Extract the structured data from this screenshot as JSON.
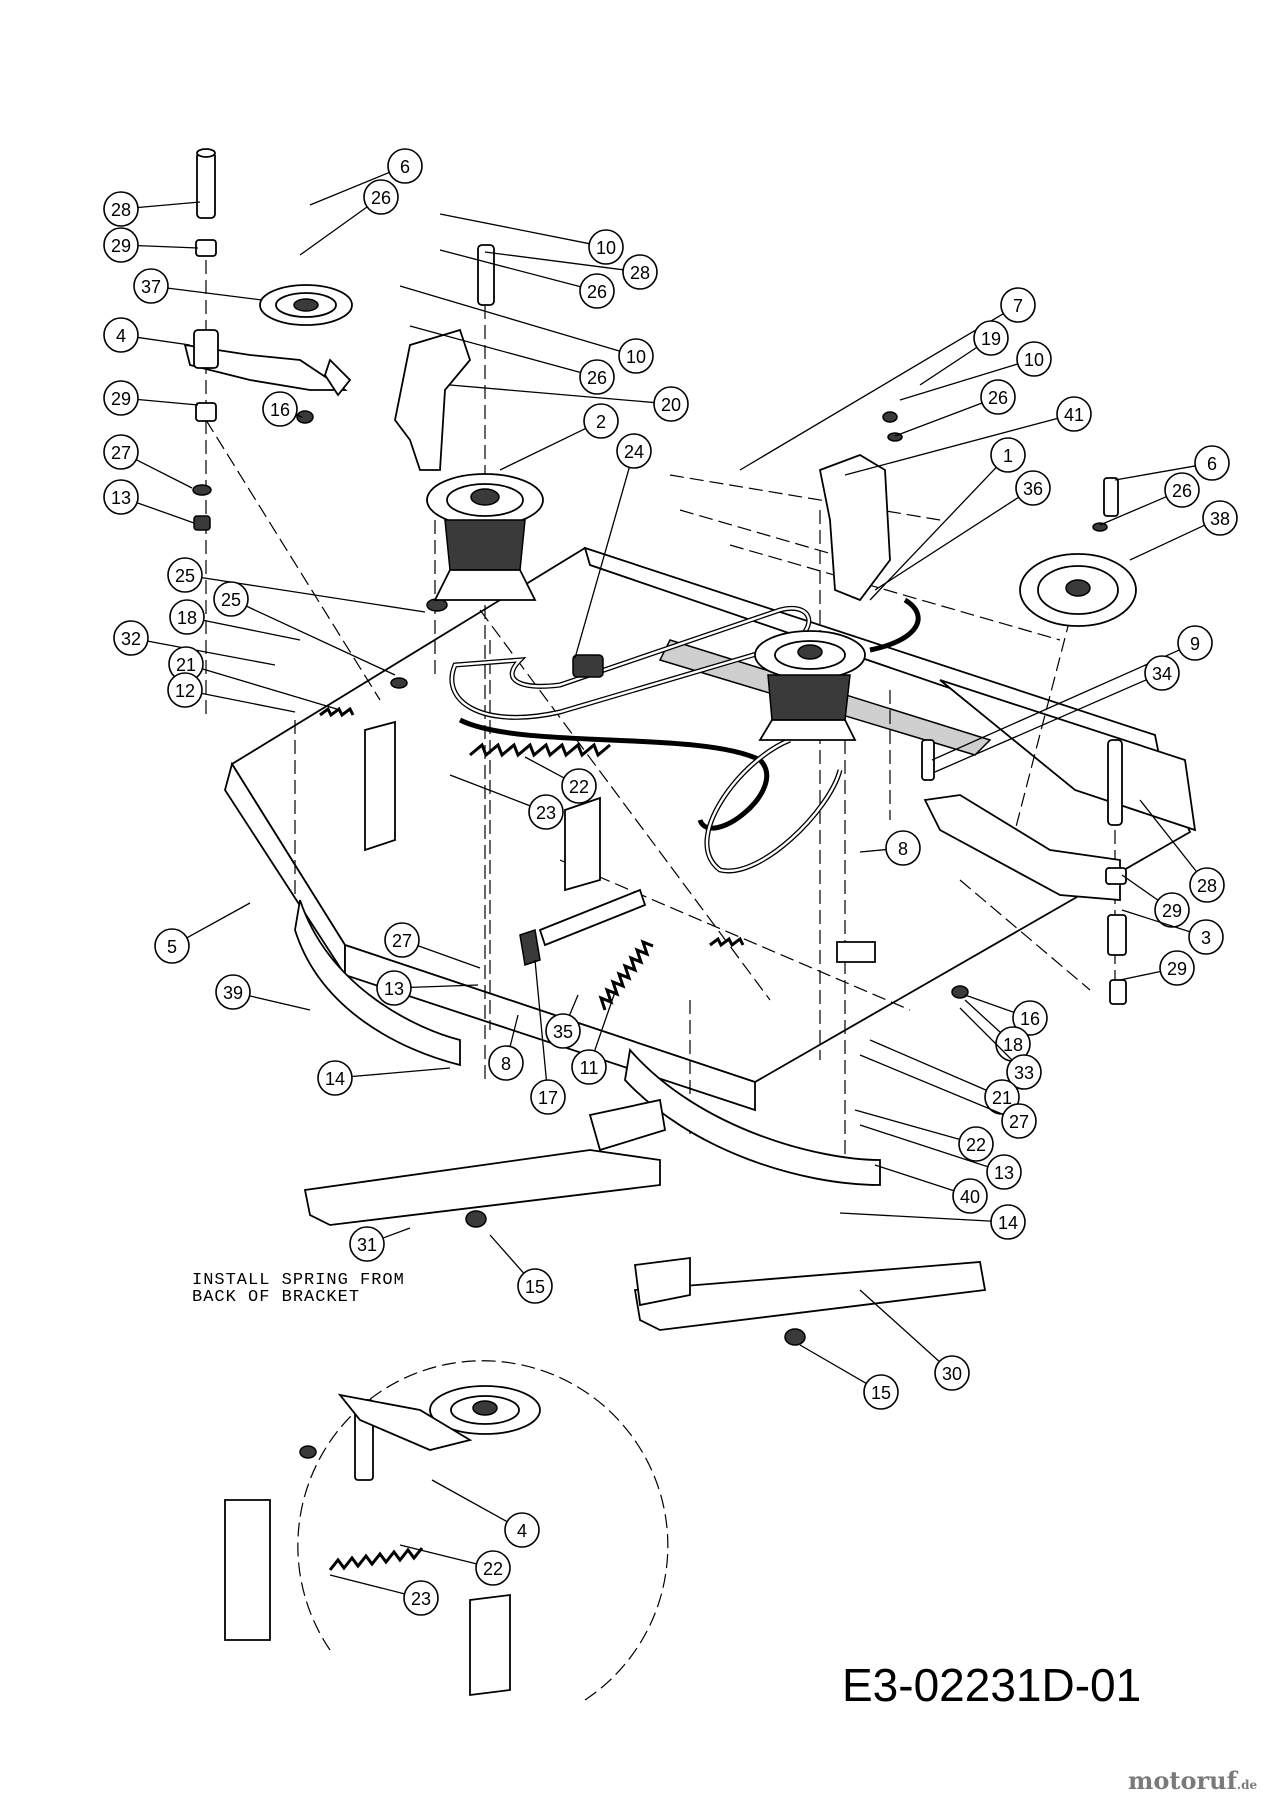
{
  "callouts": [
    "28",
    "29",
    "37",
    "4",
    "29",
    "27",
    "13",
    "6",
    "26",
    "10",
    "28",
    "26",
    "10",
    "26",
    "20",
    "16",
    "2",
    "24",
    "7",
    "19",
    "10",
    "26",
    "41",
    "1",
    "36",
    "6",
    "26",
    "38",
    "25",
    "25",
    "18",
    "32",
    "21",
    "12",
    "22",
    "23",
    "9",
    "34",
    "8",
    "28",
    "29",
    "3",
    "29",
    "5",
    "27",
    "13",
    "39",
    "14",
    "8",
    "17",
    "35",
    "11",
    "16",
    "18",
    "33",
    "21",
    "27",
    "22",
    "13",
    "40",
    "14",
    "31",
    "15",
    "30",
    "15",
    "4",
    "22",
    "23"
  ],
  "note": "INSTALL SPRING FROM\nBACK OF BRACKET",
  "drawing_number": "E3-02231D-01",
  "watermark": {
    "name": "motoruf",
    "tld": ".de"
  }
}
